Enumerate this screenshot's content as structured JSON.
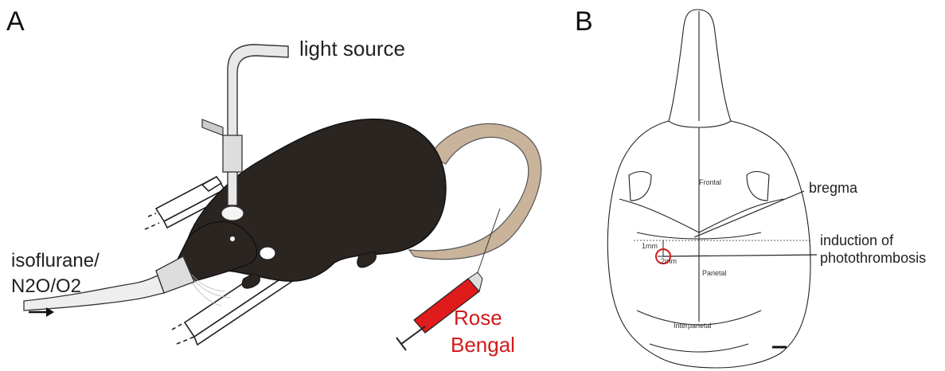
{
  "panels": {
    "a": "A",
    "b": "B"
  },
  "setup": {
    "light_source": "light source",
    "anesthesia_line1": "isoflurane/",
    "anesthesia_line2": "N2O/O2",
    "dye_line1": "Rose",
    "dye_line2": "Bengal"
  },
  "skull": {
    "bregma": "bregma",
    "induction_line1": "induction of",
    "induction_line2": "photothrombosis",
    "bone_frontal": "Frontal",
    "bone_parietal": "Parietal",
    "bone_interparietal": "Interparietal",
    "offset_1mm": "1mm",
    "offset_2mm": "2mm"
  },
  "colors": {
    "rat_fur": "#2b2522",
    "tail": "#c9b39b",
    "syringe": "#e01b1b",
    "dye_text": "#d11a1a",
    "target_circle": "#d11a1a"
  }
}
